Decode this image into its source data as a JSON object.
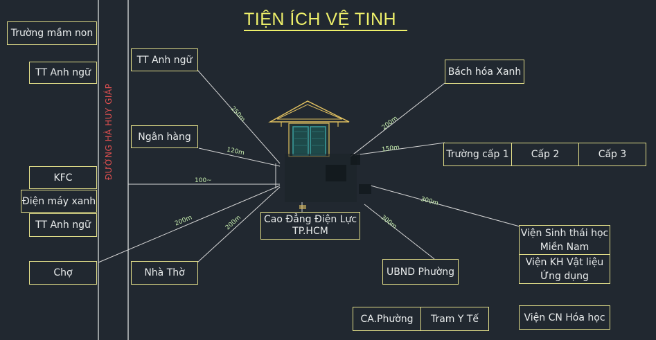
{
  "title": "TIỆN ÍCH VỆ TINH",
  "road_label": "ĐƯỜNG HÀ HUY GIÁP",
  "center": {
    "line1": "Cao Đẳng Điện Lực",
    "line2": "TP.HCM"
  },
  "left_boxes": {
    "mam_non": "Trường mầm non",
    "anh_ngu_1": "TT Anh ngữ",
    "kfc": "KFC",
    "dien_may": "Điện máy xanh",
    "anh_ngu_2": "TT Anh ngữ",
    "cho": "Chợ"
  },
  "mid_boxes": {
    "anh_ngu": "TT Anh ngữ",
    "ngan_hang": "Ngân hàng",
    "nha_tho": "Nhà Thờ"
  },
  "right_boxes": {
    "bach_hoa": "Bách hóa Xanh",
    "cap1": "Trường cấp 1",
    "cap2": "Cấp 2",
    "cap3": "Cấp 3",
    "vien_sinh_thai_1": "Viện Sinh thái học",
    "vien_sinh_thai_2": "Miền Nam",
    "vien_vat_lieu_1": "Viện KH Vật liệu",
    "vien_vat_lieu_2": "Ứng dụng",
    "ubnd": "UBND Phường",
    "ca_phuong": "CA.Phường",
    "tram_y_te": "Tram Y Tế",
    "vien_hoa_hoc": "Viện CN Hóa học"
  },
  "distances": {
    "anh_ngu": "250m",
    "ngan_hang": "120m",
    "road": "100~",
    "cho": "200m",
    "nha_tho": "200m",
    "bach_hoa": "200m",
    "truong": "150m",
    "vien": "300m",
    "ubnd": "300m"
  },
  "colors": {
    "background": "#212830",
    "box_border": "#e4e08a",
    "title": "#eef06a",
    "line": "#d8d8d8",
    "road_label": "#e05050",
    "house_frame": "#e0c060",
    "house_door": "#3aa0a0"
  }
}
